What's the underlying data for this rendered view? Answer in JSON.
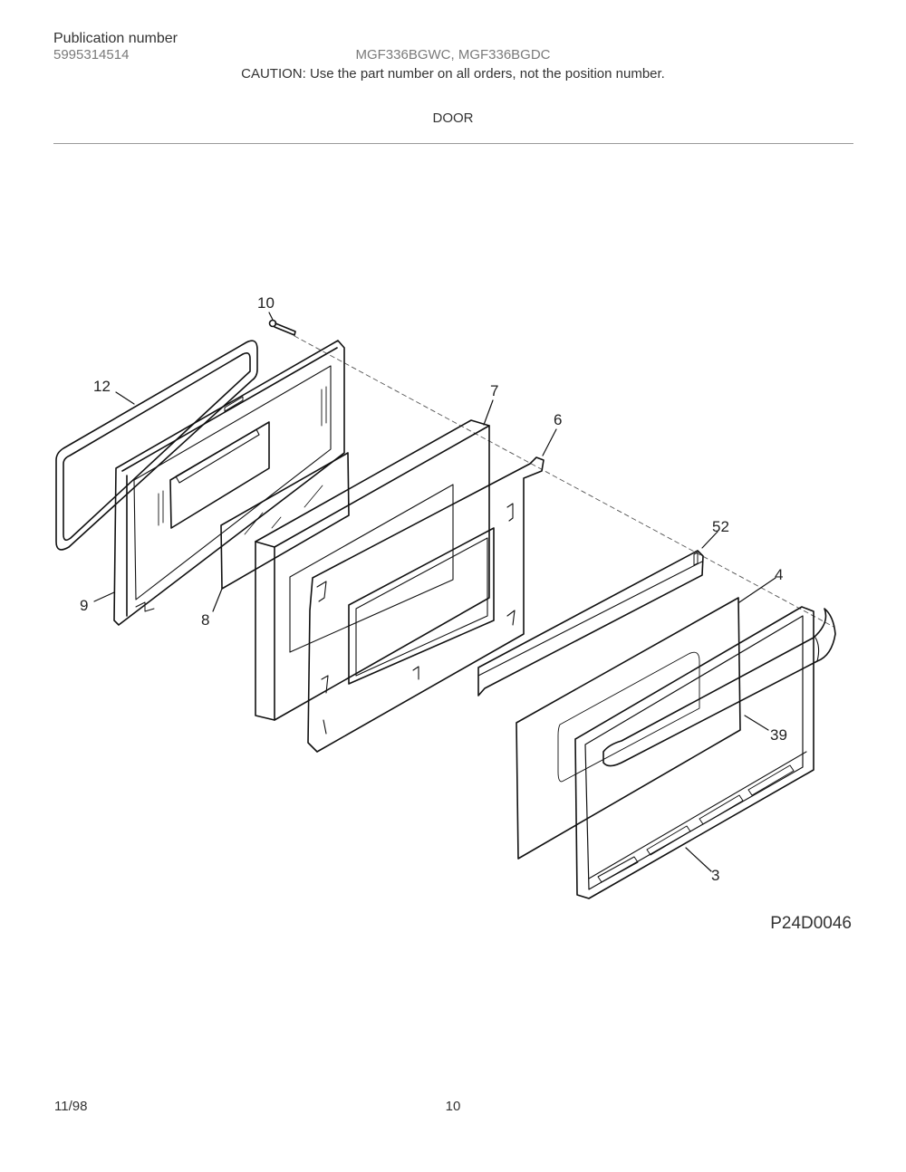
{
  "header": {
    "publication_label": "Publication number",
    "publication_number": "5995314514",
    "models": "MGF336BGWC, MGF336BGDC",
    "caution": "CAUTION:  Use the part number on all orders, not the position number.",
    "section_title": "DOOR"
  },
  "diagram": {
    "drawing_id": "P24D0046",
    "callouts": {
      "p10": "10",
      "p12": "12",
      "p7": "7",
      "p6": "6",
      "p52": "52",
      "p4": "4",
      "p9": "9",
      "p8": "8",
      "p39": "39",
      "p3": "3"
    }
  },
  "footer": {
    "date": "11/98",
    "page": "10"
  }
}
